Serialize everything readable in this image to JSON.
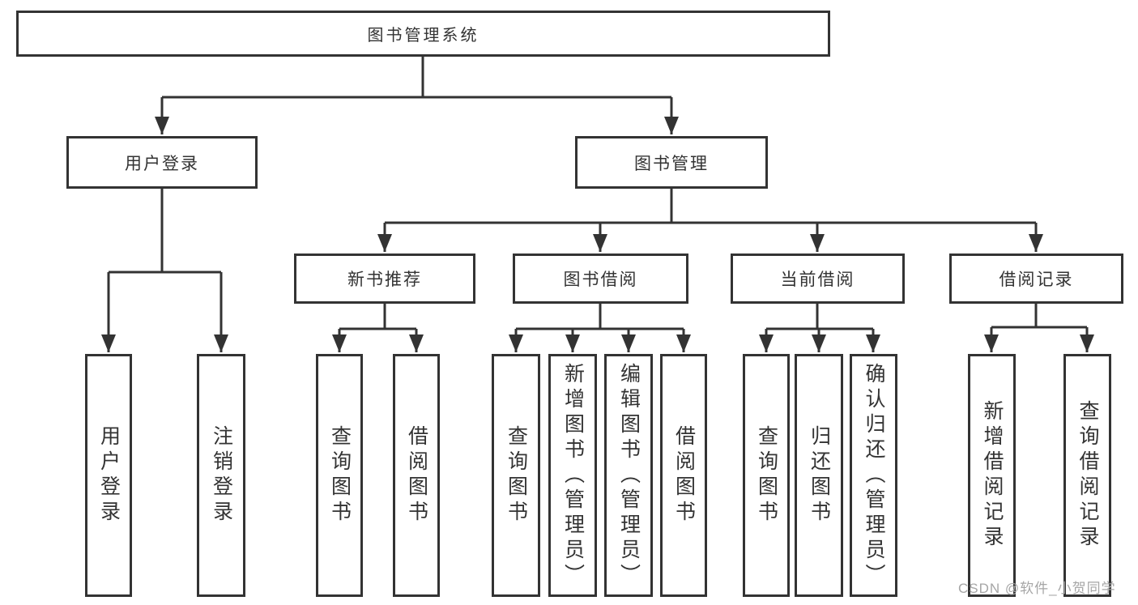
{
  "diagram": {
    "type": "hierarchy-flowchart",
    "colors": {
      "line": "#333333",
      "box_border": "#333333",
      "text": "#333333",
      "background": "#ffffff",
      "watermark": "#a6a6a6"
    },
    "nodes": {
      "root": {
        "label": "图书管理系统"
      },
      "user_login": {
        "label": "用户登录"
      },
      "book_mgmt": {
        "label": "图书管理"
      },
      "new_books": {
        "label": "新书推荐"
      },
      "book_borrow": {
        "label": "图书借阅"
      },
      "current_borrow": {
        "label": "当前借阅"
      },
      "borrow_records": {
        "label": "借阅记录"
      },
      "leaf_user_login": {
        "label": "用户登录"
      },
      "leaf_logout": {
        "label": "注销登录"
      },
      "leaf_query_books_1": {
        "label": "查询图书"
      },
      "leaf_borrow_books_1": {
        "label": "借阅图书"
      },
      "leaf_query_books_2": {
        "label": "查询图书"
      },
      "leaf_add_books_admin": {
        "label": "新增图书（管理员）"
      },
      "leaf_edit_books_admin": {
        "label": "编辑图书（管理员）"
      },
      "leaf_borrow_books_2": {
        "label": "借阅图书"
      },
      "leaf_query_books_3": {
        "label": "查询图书"
      },
      "leaf_return_books": {
        "label": "归还图书"
      },
      "leaf_confirm_return_admin": {
        "label": "确认归还（管理员）"
      },
      "leaf_add_borrow_record": {
        "label": "新增借阅记录"
      },
      "leaf_query_borrow_record": {
        "label": "查询借阅记录"
      }
    },
    "watermark": {
      "text": "CSDN @软件_小贺同学"
    }
  }
}
